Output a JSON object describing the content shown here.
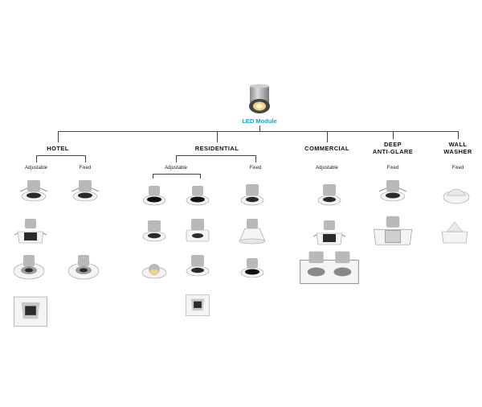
{
  "root": {
    "label": "LED Module"
  },
  "categories": [
    {
      "id": "hotel",
      "label": "HOTEL",
      "subs": [
        "Adjustable",
        "Fixed"
      ]
    },
    {
      "id": "residential",
      "label": "RESIDENTIAL",
      "subs": [
        "Adjustable",
        "Fixed"
      ]
    },
    {
      "id": "commercial",
      "label": "COMMERCIAL",
      "subs": [
        "Adjustable"
      ]
    },
    {
      "id": "deep",
      "label_line1": "DEEP",
      "label_line2": "ANTI-GLARE",
      "subs": [
        "Fixed"
      ]
    },
    {
      "id": "wall",
      "label_line1": "WALL",
      "label_line2": "WASHER",
      "subs": [
        "Fixed"
      ]
    }
  ]
}
